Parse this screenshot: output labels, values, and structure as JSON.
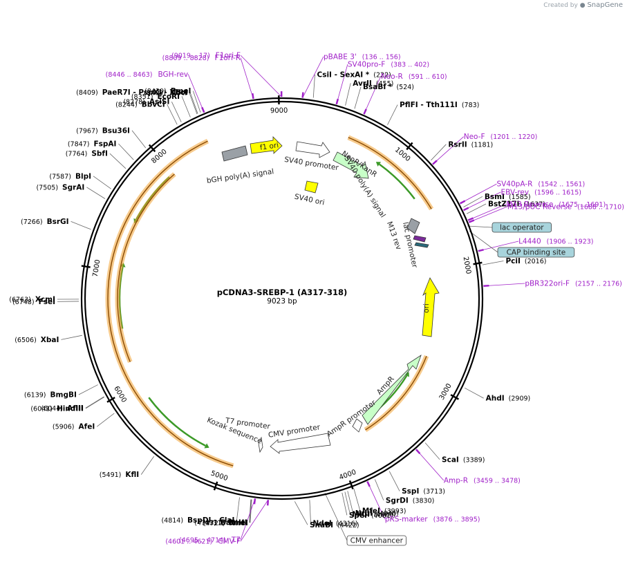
{
  "app": {
    "credit_prefix": "Created by",
    "credit_brand": "SnapGene",
    "brand_icon": "snapgene-logo-icon"
  },
  "plasmid": {
    "name": "pCDNA3-SREBP-1 (A317-318)",
    "length_label": "9023 bp",
    "length": 9023
  },
  "colors": {
    "primer": "#a020c8",
    "orange": "#f0a030",
    "green": "#3c9a28",
    "yellow": "#ffff00",
    "light_green": "#c8ffc8",
    "box_fill": "#a8d4dc"
  },
  "ticks": [
    {
      "label": "1000",
      "bp": 1000
    },
    {
      "label": "2000",
      "bp": 2000
    },
    {
      "label": "3000",
      "bp": 3000
    },
    {
      "label": "4000",
      "bp": 4000
    },
    {
      "label": "5000",
      "bp": 5000
    },
    {
      "label": "6000",
      "bp": 6000
    },
    {
      "label": "7000",
      "bp": 7000
    },
    {
      "label": "8000",
      "bp": 8000
    },
    {
      "label": "9000",
      "bp": 9000
    }
  ],
  "sites_right": [
    {
      "name": "CsiI  - SexAI *",
      "pos": "(222)",
      "bp": 222
    },
    {
      "name": "AvrII",
      "pos": "(455)",
      "bp": 455
    },
    {
      "name": "BsaBI *",
      "pos": "(524)",
      "bp": 524
    },
    {
      "name": "PflFI  - Tth111I",
      "pos": "(783)",
      "bp": 783
    },
    {
      "name": "RsrII",
      "pos": "(1181)",
      "bp": 1181
    },
    {
      "name": "BsmI",
      "pos": "(1585)",
      "bp": 1585
    },
    {
      "name": "BstZ17I",
      "pos": "(1637)",
      "bp": 1637
    },
    {
      "name": "PciI",
      "pos": "(2016)",
      "bp": 2016
    },
    {
      "name": "AhdI",
      "pos": "(2909)",
      "bp": 2909
    },
    {
      "name": "ScaI",
      "pos": "(3389)",
      "bp": 3389
    },
    {
      "name": "SspI",
      "pos": "(3713)",
      "bp": 3713
    },
    {
      "name": "SgrDI",
      "pos": "(3830)",
      "bp": 3830
    },
    {
      "name": "MfeI",
      "pos": "(3993)",
      "bp": 3993
    },
    {
      "name": "NruI",
      "pos": "(4040)",
      "bp": 4040
    },
    {
      "name": "MluI",
      "pos": "(4060)",
      "bp": 4060
    },
    {
      "name": "SpeI",
      "pos": "(4081)",
      "bp": 4081
    },
    {
      "name": "NdeI",
      "pos": "(4316)",
      "bp": 4316
    },
    {
      "name": "SnaBI",
      "pos": "(4422)",
      "bp": 4422
    }
  ],
  "sites_left": [
    {
      "name": "PmeI",
      "pos": "(8430)",
      "bp": 8430
    },
    {
      "name": "PaeR7I  - PspXI  - XhoI",
      "pos": "(8409)",
      "bp": 8409
    },
    {
      "name": "NotI",
      "pos": "(8403)",
      "bp": 8403
    },
    {
      "name": "EcoRI",
      "pos": "(8351)",
      "bp": 8351
    },
    {
      "name": "AsiSI",
      "pos": "(8278)",
      "bp": 8278
    },
    {
      "name": "BbvCI",
      "pos": "(8244)",
      "bp": 8244
    },
    {
      "name": "Bsu36I",
      "pos": "(7967)",
      "bp": 7967
    },
    {
      "name": "FspAI",
      "pos": "(7847)",
      "bp": 7847
    },
    {
      "name": "SbfI",
      "pos": "(7764)",
      "bp": 7764
    },
    {
      "name": "BlpI",
      "pos": "(7587)",
      "bp": 7587
    },
    {
      "name": "SgrAI",
      "pos": "(7505)",
      "bp": 7505
    },
    {
      "name": "BsrGI",
      "pos": "(7266)",
      "bp": 7266
    },
    {
      "name": "XcmI",
      "pos": "(6763)",
      "bp": 6763
    },
    {
      "name": "FseI",
      "pos": "(6748)",
      "bp": 6748
    },
    {
      "name": "XbaI",
      "pos": "(6506)",
      "bp": 6506
    },
    {
      "name": "BmgBI",
      "pos": "(6139)",
      "bp": 6139
    },
    {
      "name": "AflII",
      "pos": "(6044)",
      "bp": 6044
    },
    {
      "name": "HindIII",
      "pos": "(6041)",
      "bp": 6041
    },
    {
      "name": "AfeI",
      "pos": "(5906)",
      "bp": 5906
    },
    {
      "name": "KflI",
      "pos": "(5491)",
      "bp": 5491
    },
    {
      "name": "BspDI  - ClaI",
      "pos": "(4814)",
      "bp": 4814
    },
    {
      "name": "BamHI",
      "pos": "(4733)",
      "bp": 4733
    },
    {
      "name": "BmtI",
      "pos": "(4731)",
      "bp": 4731
    },
    {
      "name": "NheI",
      "pos": "(4727)",
      "bp": 4727
    }
  ],
  "primers": [
    {
      "name": "F1ori-F",
      "pos": "(9019 .. 17)",
      "bp": 9019
    },
    {
      "name": "F1ori-R",
      "pos": "(8809 .. 8828)",
      "bp": 8818
    },
    {
      "name": "BGH-rev",
      "pos": "(8446 .. 8463)",
      "bp": 8454
    },
    {
      "name": "pBABE 3'",
      "pos": "(136 .. 156)",
      "bp": 146
    },
    {
      "name": "SV40pro-F",
      "pos": "(383 .. 402)",
      "bp": 392
    },
    {
      "name": "Neo-R",
      "pos": "(591 .. 610)",
      "bp": 600
    },
    {
      "name": "Neo-F",
      "pos": "(1201 .. 1220)",
      "bp": 1210
    },
    {
      "name": "SV40pA-R",
      "pos": "(1542 .. 1561)",
      "bp": 1551
    },
    {
      "name": "EBV-rev",
      "pos": "(1596 .. 1615)",
      "bp": 1605
    },
    {
      "name": "M13 Reverse",
      "pos": "(1675 .. 1691)",
      "bp": 1683
    },
    {
      "name": "M13/pUC Reverse",
      "pos": "(1688 .. 1710)",
      "bp": 1699
    },
    {
      "name": "L4440",
      "pos": "(1906 .. 1923)",
      "bp": 1914
    },
    {
      "name": "pBR322ori-F",
      "pos": "(2157 .. 2176)",
      "bp": 2166
    },
    {
      "name": "Amp-R",
      "pos": "(3459 .. 3478)",
      "bp": 3468
    },
    {
      "name": "pRS-marker",
      "pos": "(3876 .. 3895)",
      "bp": 3885
    },
    {
      "name": "T7",
      "pos": "(4695 .. 4714)",
      "bp": 4704
    },
    {
      "name": "CMV-F",
      "pos": "(4601 .. 4621)",
      "bp": 4611
    }
  ],
  "boxed_features": [
    {
      "name": "lac operator"
    },
    {
      "name": "CAP binding site"
    },
    {
      "name": "CMV enhancer"
    }
  ],
  "inner_features": [
    {
      "name": "f1 ori"
    },
    {
      "name": "bGH poly(A) signal"
    },
    {
      "name": "SV40 promoter"
    },
    {
      "name": "NeoR/KanR"
    },
    {
      "name": "SV40 ori"
    },
    {
      "name": "SV40 poly(A) signal"
    },
    {
      "name": "M13 rev"
    },
    {
      "name": "lac promoter"
    },
    {
      "name": "ori"
    },
    {
      "name": "AmpR"
    },
    {
      "name": "AmpR promoter"
    },
    {
      "name": "CMV promoter"
    },
    {
      "name": "T7 promoter"
    },
    {
      "name": "Kozak sequence"
    }
  ]
}
